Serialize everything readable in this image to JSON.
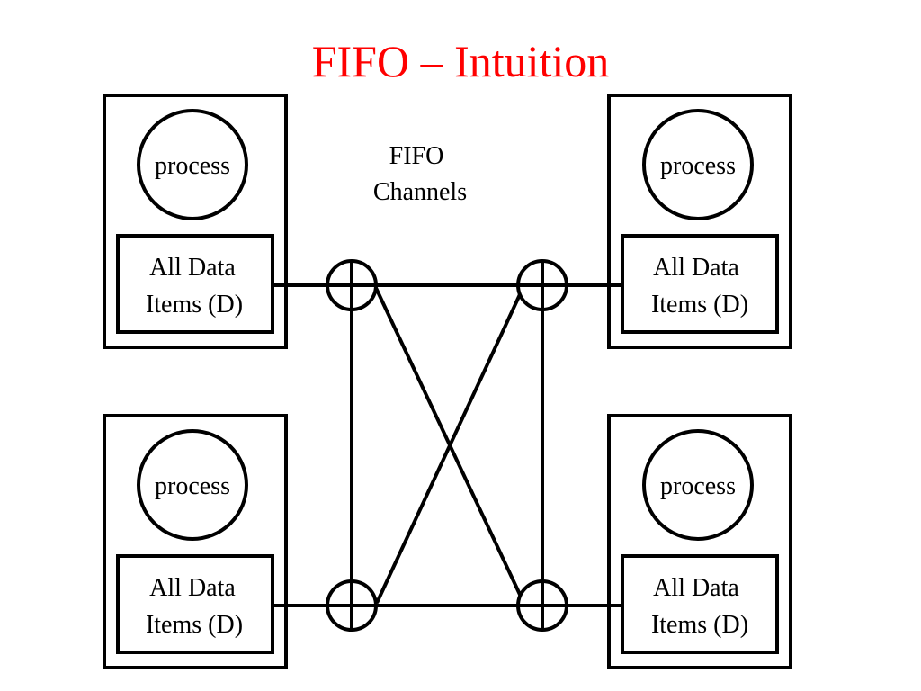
{
  "slide": {
    "title": "FIFO – Intuition",
    "title_color": "#ff0000",
    "ink_color": "#000000"
  },
  "channels_label": [
    "FIFO",
    "Channels"
  ],
  "nodes": [
    {
      "id": "top-left",
      "process_label": "process",
      "data_label": [
        "All Data",
        "Items (D)"
      ]
    },
    {
      "id": "top-right",
      "process_label": "process",
      "data_label": [
        "All Data",
        "Items (D)"
      ]
    },
    {
      "id": "bottom-left",
      "process_label": "process",
      "data_label": [
        "All Data",
        "Items (D)"
      ]
    },
    {
      "id": "bottom-right",
      "process_label": "process",
      "data_label": [
        "All Data",
        "Items (D)"
      ]
    }
  ]
}
